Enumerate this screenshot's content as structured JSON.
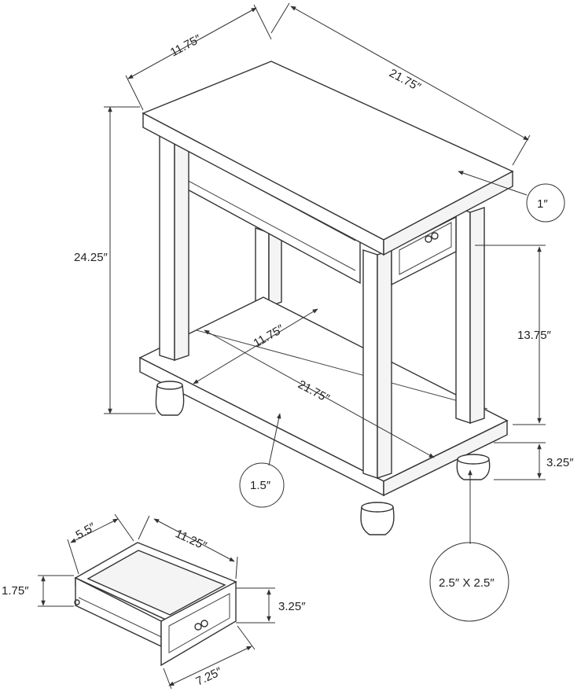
{
  "dimensions": {
    "top_width": "11.75″",
    "top_length": "21.75″",
    "top_thickness": "1″",
    "overall_height": "24.25″",
    "shelf_width": "11.75″",
    "shelf_length": "21.75″",
    "clearance_height": "13.75″",
    "base_height": "3.25″",
    "base_thickness": "1.5″",
    "foot_size": "2.5″ X 2.5″",
    "drawer_depth": "5.5″",
    "drawer_length": "11.25″",
    "drawer_inner_height": "1.75″",
    "drawer_front_height": "3.25″",
    "drawer_front_width": "7.25″"
  }
}
